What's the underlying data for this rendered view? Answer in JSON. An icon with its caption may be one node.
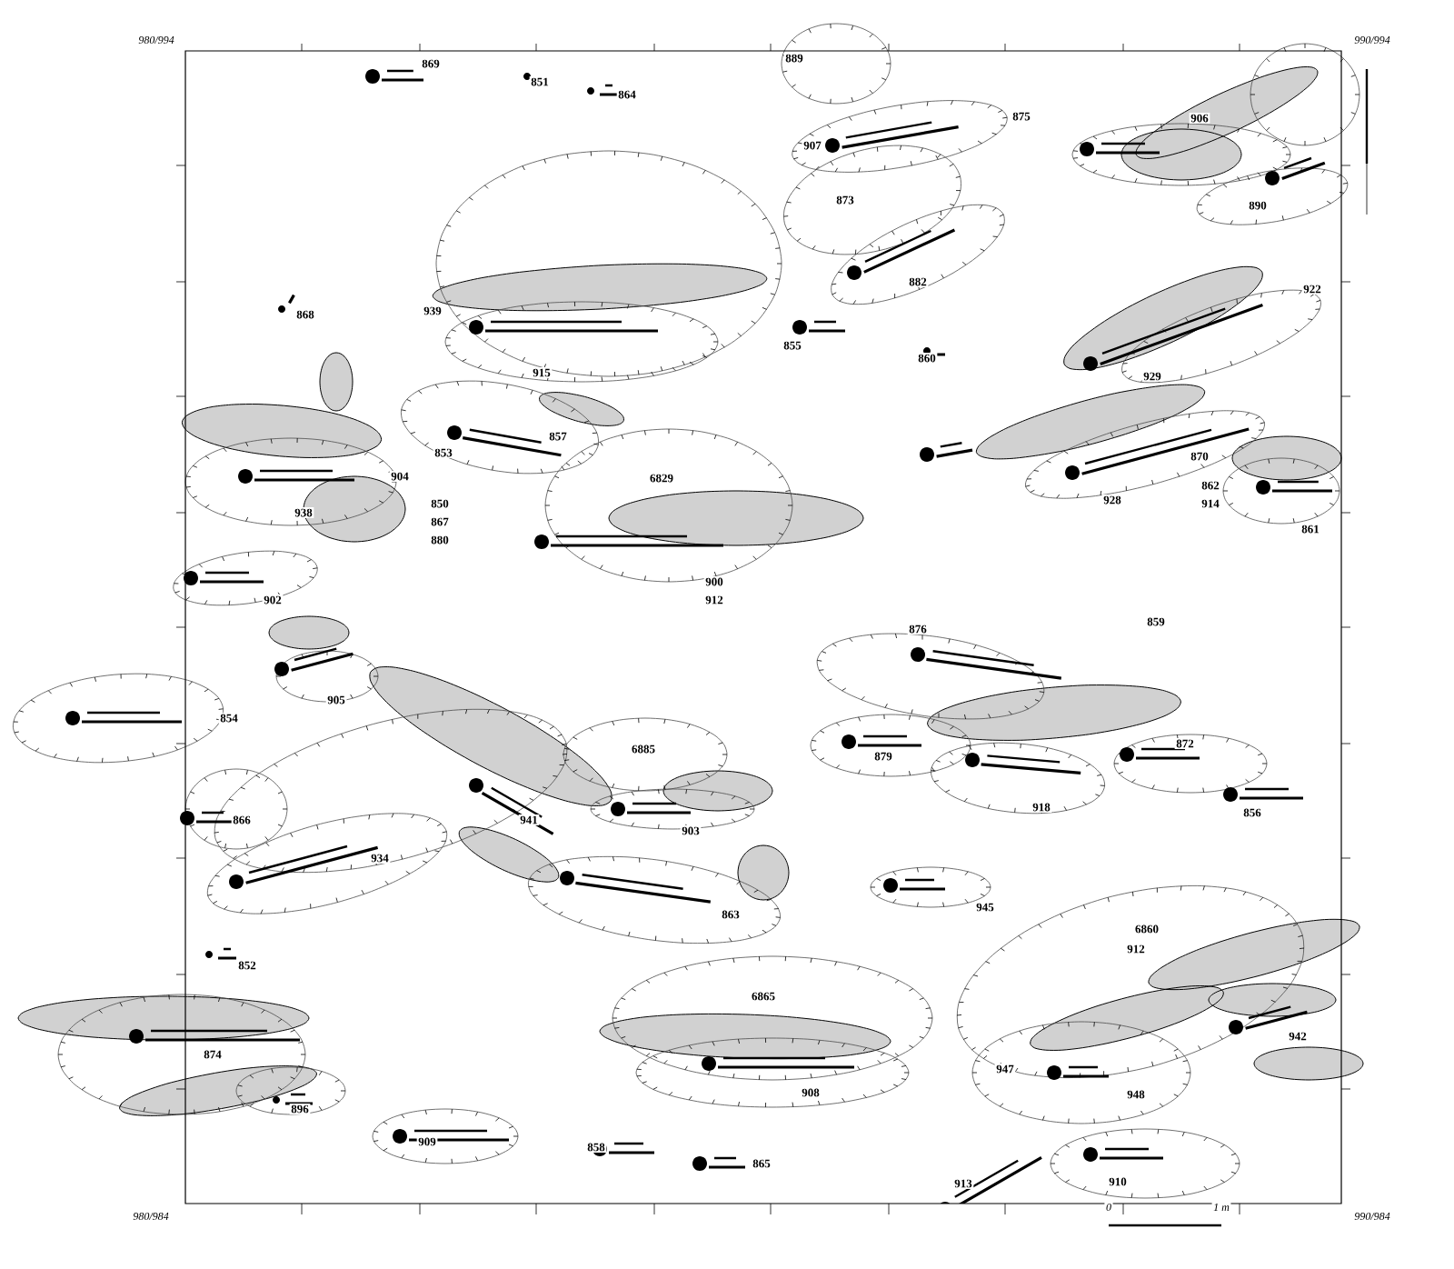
{
  "diagram": {
    "labels": [
      "980/994",
      "869",
      "851",
      "864",
      "889",
      "990/994",
      "875",
      "906",
      "907",
      "873",
      "890",
      "882",
      "939",
      "868",
      "915",
      "922",
      "855",
      "860",
      "857",
      "929",
      "853",
      "6829",
      "870",
      "904",
      "850",
      "867",
      "880",
      "862",
      "914",
      "938",
      "928",
      "861",
      "902",
      "900",
      "912",
      "876",
      "859",
      "905",
      "854",
      "6885",
      "872",
      "879",
      "941",
      "918",
      "856",
      "866",
      "934",
      "903",
      "863",
      "945",
      "6860",
      "852",
      "912",
      "6865",
      "942",
      "874",
      "947",
      "908",
      "948",
      "896",
      "909",
      "858",
      "865",
      "913",
      "910",
      "980/984",
      "0",
      "1 m",
      "990/984"
    ]
  }
}
